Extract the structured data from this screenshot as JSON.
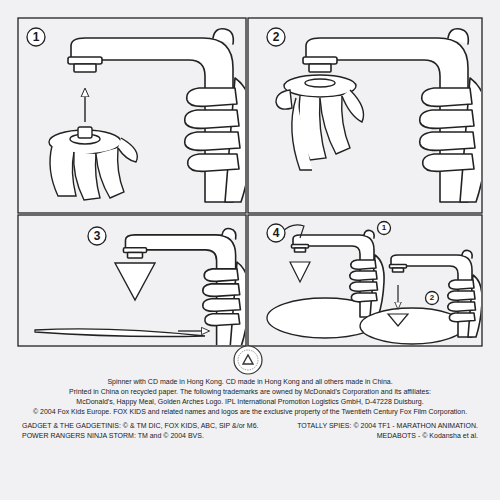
{
  "diagram": {
    "labels": [
      "1",
      "2",
      "3",
      "4",
      "1",
      "2",
      "Spinner with CD made in Hong Kong. CD made in Hong Kong and all others made in China.",
      "Printed in China on recycled paper. The following trademarks are owned by McDonald's Corporation and its affiliates:",
      "McDonald's, Happy Meal, Golden Arches Logo. IPL International Promotion Logistics GmbH, D-47228 Duisburg.",
      "© 2004 Fox Kids Europe. FOX KIDS and related names and logos are the exclusive property of the Twentieth Century Fox Film Corporation.",
      "GADGET & THE GADGETINIS: © & TM DIC, FOX KIDS, ABC, SIP &/or M6.",
      "TOTALLY SPIES: © 2004 TF1 - MARATHON ANIMATION.",
      "POWER RANGERS NINJA STORM: TM and © 2004 BVS.",
      "MEDABOTS - © Kodansha et al."
    ]
  }
}
